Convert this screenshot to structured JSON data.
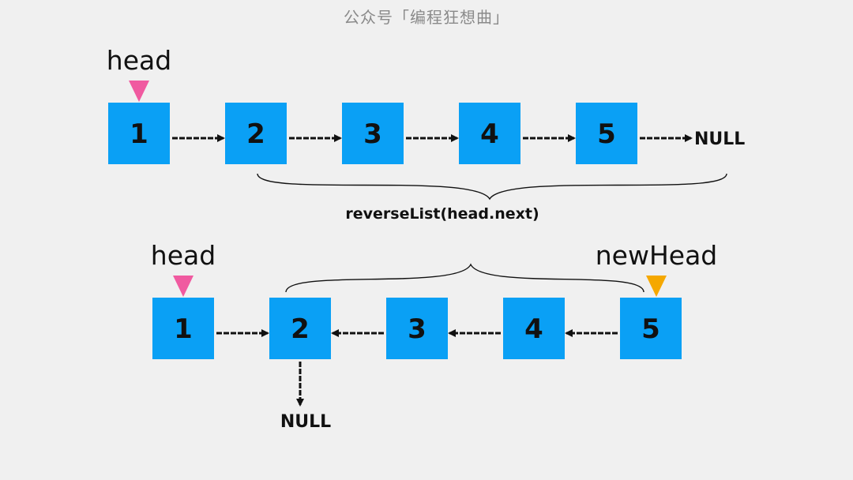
{
  "watermark": "公众号「编程狂想曲」",
  "colors": {
    "node": "#0aa0f5",
    "head_pointer": "#f05aa0",
    "new_head_pointer": "#f5a800",
    "ink": "#111111",
    "background": "#f0f0f0"
  },
  "top_list": {
    "head_label": "head",
    "nodes": [
      "1",
      "2",
      "3",
      "4",
      "5"
    ],
    "null_label": "NULL",
    "call_label": "reverseList(head.next)"
  },
  "bottom_list": {
    "head_label": "head",
    "new_head_label": "newHead",
    "nodes": [
      "1",
      "2",
      "3",
      "4",
      "5"
    ],
    "null_label": "NULL"
  }
}
